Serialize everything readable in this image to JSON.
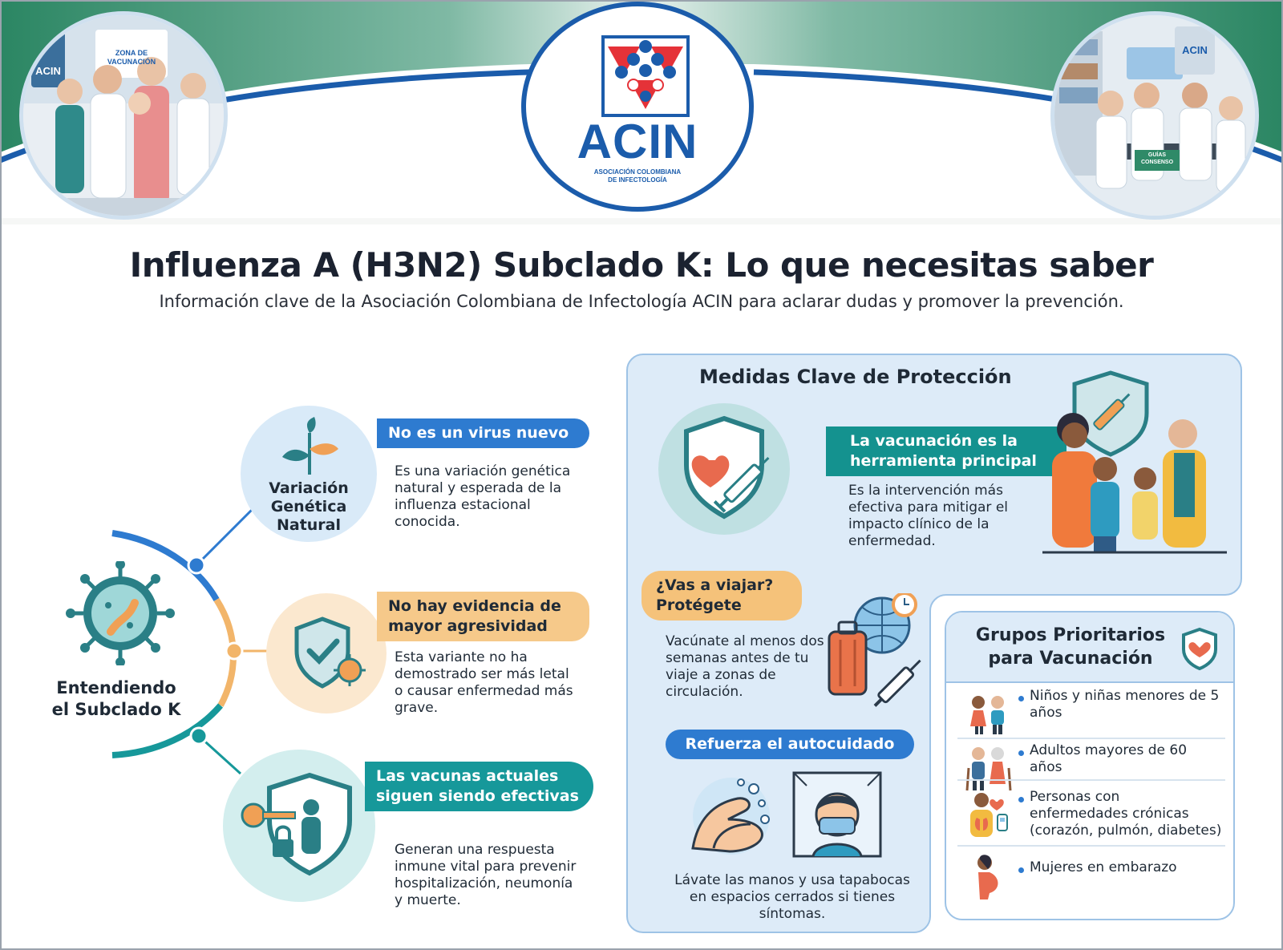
{
  "header": {
    "logo_text": "ACIN",
    "logo_subtitle_line1": "ASOCIACIÓN COLOMBIANA",
    "logo_subtitle_line2": "DE INFECTOLOGÍA",
    "left_photo_sign_line1": "ZONA DE",
    "left_photo_sign_line2": "VACUNACIÓN",
    "left_photo_logo": "ACIN",
    "right_photo_logo": "ACIN",
    "right_photo_sign_line1": "GUÍAS",
    "right_photo_sign_line2": "CONSENSO"
  },
  "title": "Influenza A (H3N2) Subclado K: Lo que necesitas saber",
  "subtitle": "Información clave de la Asociación Colombiana de Infectología  ACIN  para aclarar dudas y promover la prevención.",
  "understanding": {
    "center_label": "Entendiendo el Subclado K",
    "items": [
      {
        "node_label": "Variación Genética Natural",
        "heading": "No es un virus nuevo",
        "text": "Es una variación genética natural y esperada de la influenza estacional conocida."
      },
      {
        "heading": "No hay evidencia de mayor agresividad",
        "text": "Esta variante no ha demostrado ser más letal o causar enfermedad más grave."
      },
      {
        "heading": "Las vacunas actuales siguen siendo efectivas",
        "text": "Generan una respuesta inmune vital para prevenir hospitalización, neumonía y muerte."
      }
    ]
  },
  "protection": {
    "title": "Medidas Clave de Protección",
    "vaccination": {
      "heading": "La vacunación es la herramienta principal",
      "text": "Es la intervención más efectiva para mitigar el impacto clínico de la enfermedad."
    },
    "travel": {
      "heading": "¿Vas a viajar? Protégete",
      "text": "Vacúnate al menos dos semanas antes de tu viaje a zonas de circulación."
    },
    "selfcare": {
      "heading": "Refuerza el autocuidado",
      "text": "Lávate las manos y usa tapabocas en espacios cerrados si tienes síntomas."
    }
  },
  "groups": {
    "title": "Grupos Prioritarios para Vacunación",
    "items": [
      {
        "text": "Niños y niñas menores de 5 años",
        "icon": "children-icon"
      },
      {
        "text": "Adultos mayores de 60 años",
        "icon": "elderly-icon"
      },
      {
        "text": "Personas con enfermedades crónicas (corazón, pulmón, diabetes)",
        "icon": "chronic-disease-icon"
      },
      {
        "text": "Mujeres en embarazo",
        "icon": "pregnant-woman-icon"
      }
    ]
  },
  "colors": {
    "blue": "#2e7bd0",
    "teal": "#16989a",
    "orange": "#f6c98a",
    "green_header": "#2f8a68",
    "navy": "#1b5cab"
  }
}
